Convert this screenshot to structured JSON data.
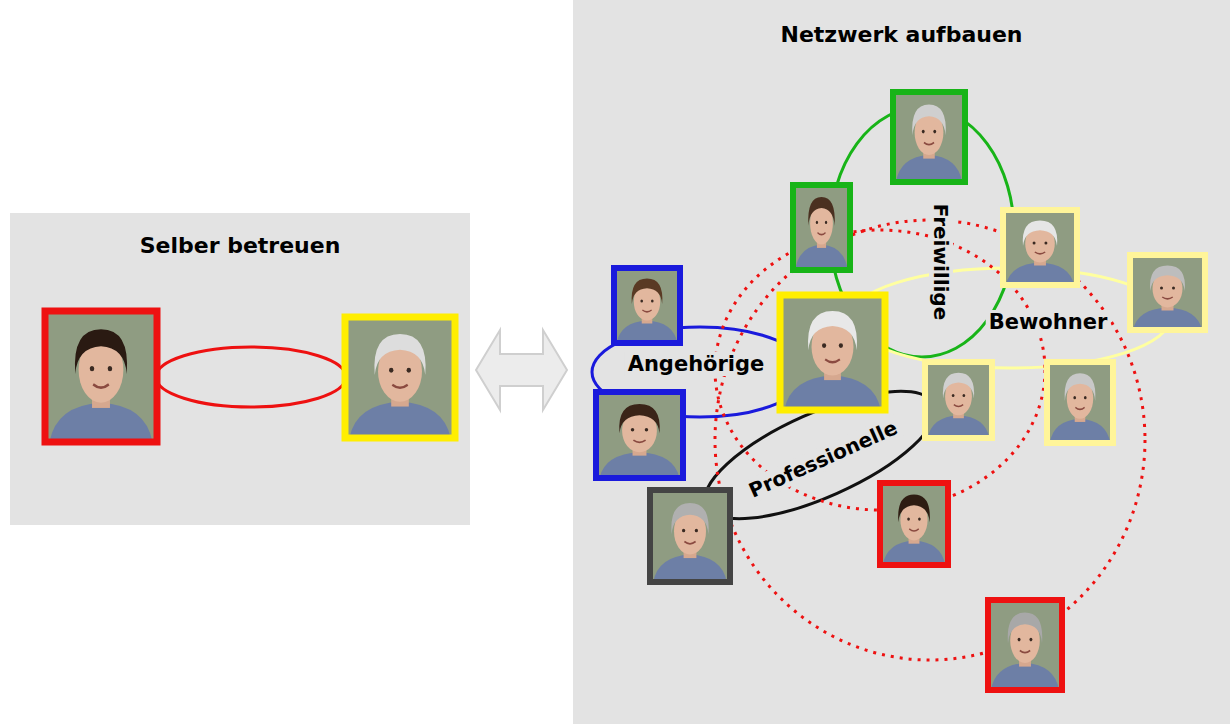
{
  "diagram": {
    "nodes": [
      {
        "text": [
          "Selber betreuen"
        ]
      },
      {
        "text": [
          "Netzwerk aufbauen"
        ]
      }
    ],
    "edges": [
      {
        "from": 0,
        "to": 1,
        "arrow": "both"
      }
    ],
    "labels": [
      "Angehörige",
      "Freiwillige",
      "Bewohner",
      "Professionelle"
    ]
  }
}
